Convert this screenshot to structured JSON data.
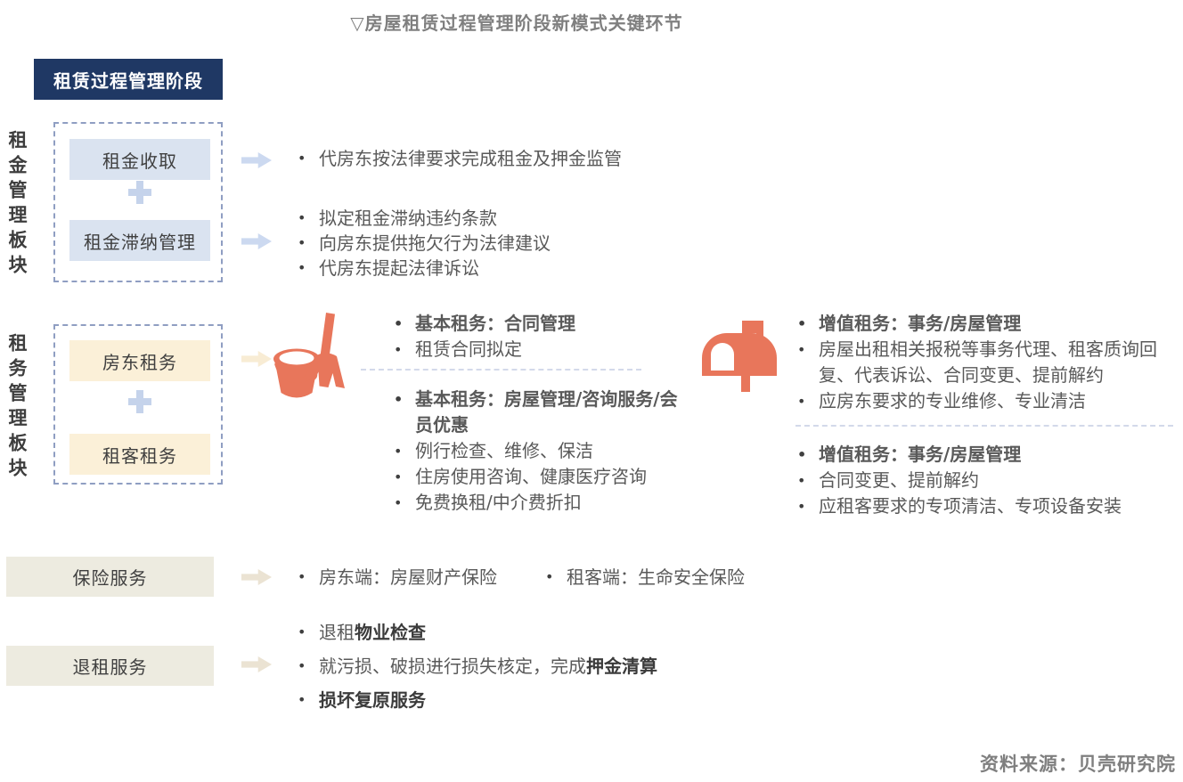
{
  "title": "▽房屋租赁过程管理阶段新模式关键环节",
  "legend": {
    "label": "租赁过程管理阶段"
  },
  "colors": {
    "navy": "#1f3864",
    "light_blue_box": "#dae3f0",
    "blue_arrow": "#ccd9f0",
    "cream_box": "#fbf0d8",
    "cream_arrow": "#f8ecd4",
    "beige_box": "#edebe0",
    "beige_arrow": "#ebe3d3",
    "coral_icon": "#e8765b",
    "text_gray": "#595959"
  },
  "rent": {
    "side_label": "租金管理板块",
    "boxes": [
      "租金收取",
      "租金滞纳管理"
    ],
    "groups": [
      {
        "bullets": [
          "代房东按法律要求完成租金及押金监管"
        ]
      },
      {
        "bullets": [
          "拟定租金滞纳违约条款",
          "向房东提供拖欠行为法律建议",
          "代房东提起法律诉讼"
        ]
      }
    ]
  },
  "service": {
    "side_label": "租务管理板块",
    "boxes": [
      "房东租务",
      "租客租务"
    ],
    "left": {
      "icon": "broom-bucket-icon",
      "group1": {
        "header": "基本租务：合同管理",
        "bullets": [
          "租赁合同拟定"
        ]
      },
      "group2": {
        "header": "基本租务：房屋管理/咨询服务/会员优惠",
        "bullets": [
          "例行检查、维修、保洁",
          "住房使用咨询、健康医疗咨询",
          "免费换租/中介费折扣"
        ]
      }
    },
    "right": {
      "icon": "mailbox-icon",
      "group1": {
        "header": "增值租务：事务/房屋管理",
        "bullets": [
          "房屋出租相关报税等事务代理、租客质询回复、代表诉讼、合同变更、提前解约",
          "应房东要求的专业维修、专业清洁"
        ]
      },
      "group2": {
        "header": "增值租务：事务/房屋管理",
        "bullets": [
          "合同变更、提前解约",
          "应租客要求的专项清洁、专项设备安装"
        ]
      }
    }
  },
  "insurance": {
    "box_label": "保险服务",
    "bullets": [
      "房东端：房屋财产保险",
      "租客端：生命安全保险"
    ]
  },
  "moveout": {
    "box_label": "退租服务",
    "bullets": [
      {
        "pre": "退租",
        "bold": "物业检查"
      },
      {
        "pre": "就污损、破损进行损失核定，完成",
        "bold": "押金清算"
      },
      {
        "pre": "",
        "bold": "损坏复原服务"
      }
    ]
  },
  "source": "资料来源：贝壳研究院"
}
